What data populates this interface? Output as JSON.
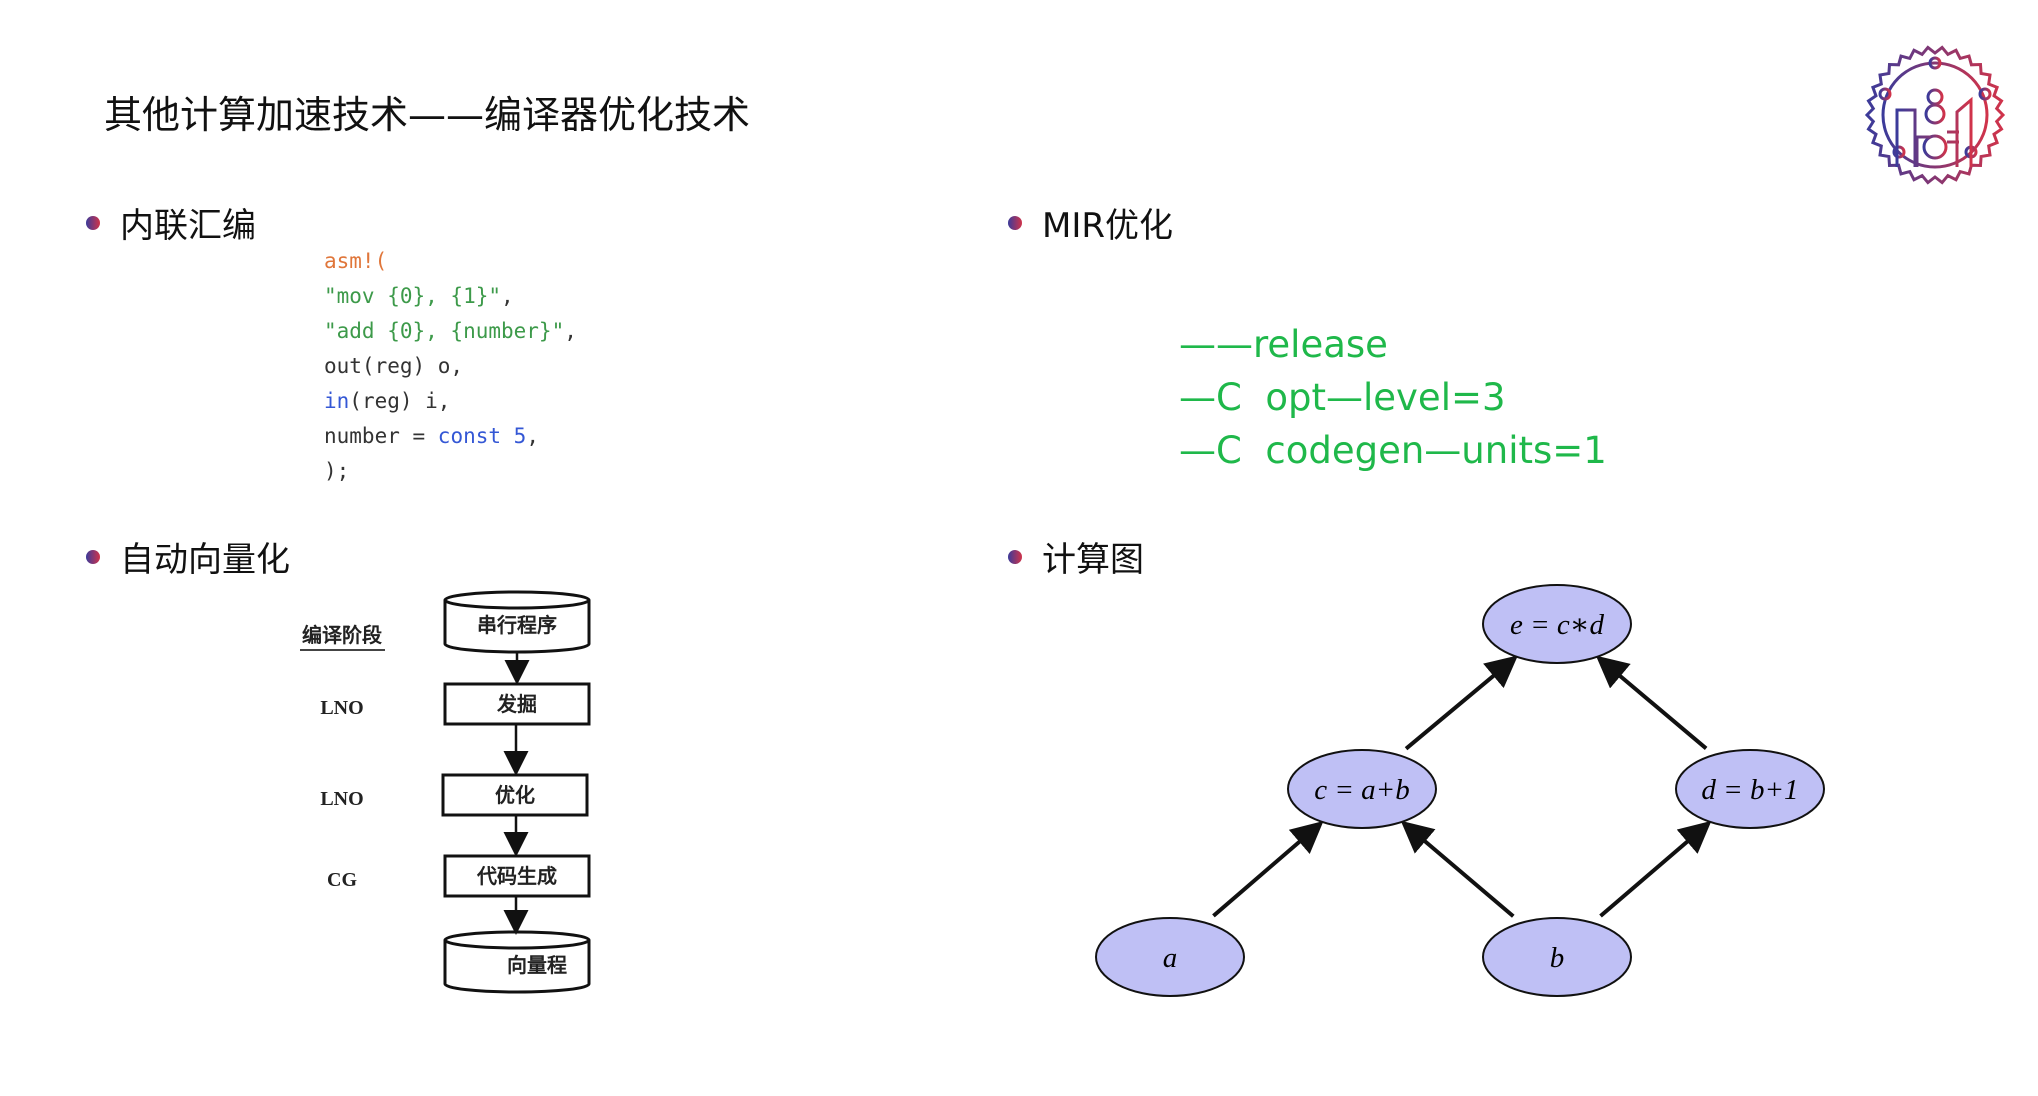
{
  "title": "其他计算加速技术——编译器优化技术",
  "logo": {
    "icon": "university-gear-skyline-logo",
    "colors": [
      "#3b3b9a",
      "#d0334a"
    ]
  },
  "sections": {
    "inline_asm": {
      "heading": "内联汇编",
      "code_lines": [
        [
          {
            "t": "asm!(",
            "c": "kw-orange"
          }
        ],
        [
          {
            "t": "\"mov {0}, {1}\"",
            "c": "str"
          },
          {
            "t": ",",
            "c": ""
          }
        ],
        [
          {
            "t": "\"add {0}, {number}\"",
            "c": "str"
          },
          {
            "t": ",",
            "c": ""
          }
        ],
        [
          {
            "t": "out(reg) o,",
            "c": ""
          }
        ],
        [
          {
            "t": "in",
            "c": "kw-blue"
          },
          {
            "t": "(reg) i,",
            "c": ""
          }
        ],
        [
          {
            "t": "number = ",
            "c": ""
          },
          {
            "t": "const 5",
            "c": "kw-blue"
          },
          {
            "t": ",",
            "c": ""
          }
        ],
        [
          {
            "t": ");",
            "c": ""
          }
        ]
      ]
    },
    "mir": {
      "heading": "MIR优化",
      "flags": [
        "——release",
        "—C  opt—level=3",
        "—C  codegen—units=1"
      ],
      "flag_color": "#1fb84a"
    },
    "autovec": {
      "heading": "自动向量化",
      "stage_header": "编译阶段",
      "stages": [
        "LNO",
        "LNO",
        "CG"
      ],
      "steps": [
        "串行程序",
        "发掘",
        "优化",
        "代码生成",
        "向量程"
      ]
    },
    "graph": {
      "heading": "计算图",
      "node_color": "#bfc0f5",
      "nodes": {
        "e": "e = c∗d",
        "c": "c = a+b",
        "d": "d = b+1",
        "a": "a",
        "b": "b"
      },
      "edges": [
        [
          "a",
          "c"
        ],
        [
          "b",
          "c"
        ],
        [
          "b",
          "d"
        ],
        [
          "c",
          "e"
        ],
        [
          "d",
          "e"
        ]
      ]
    }
  }
}
